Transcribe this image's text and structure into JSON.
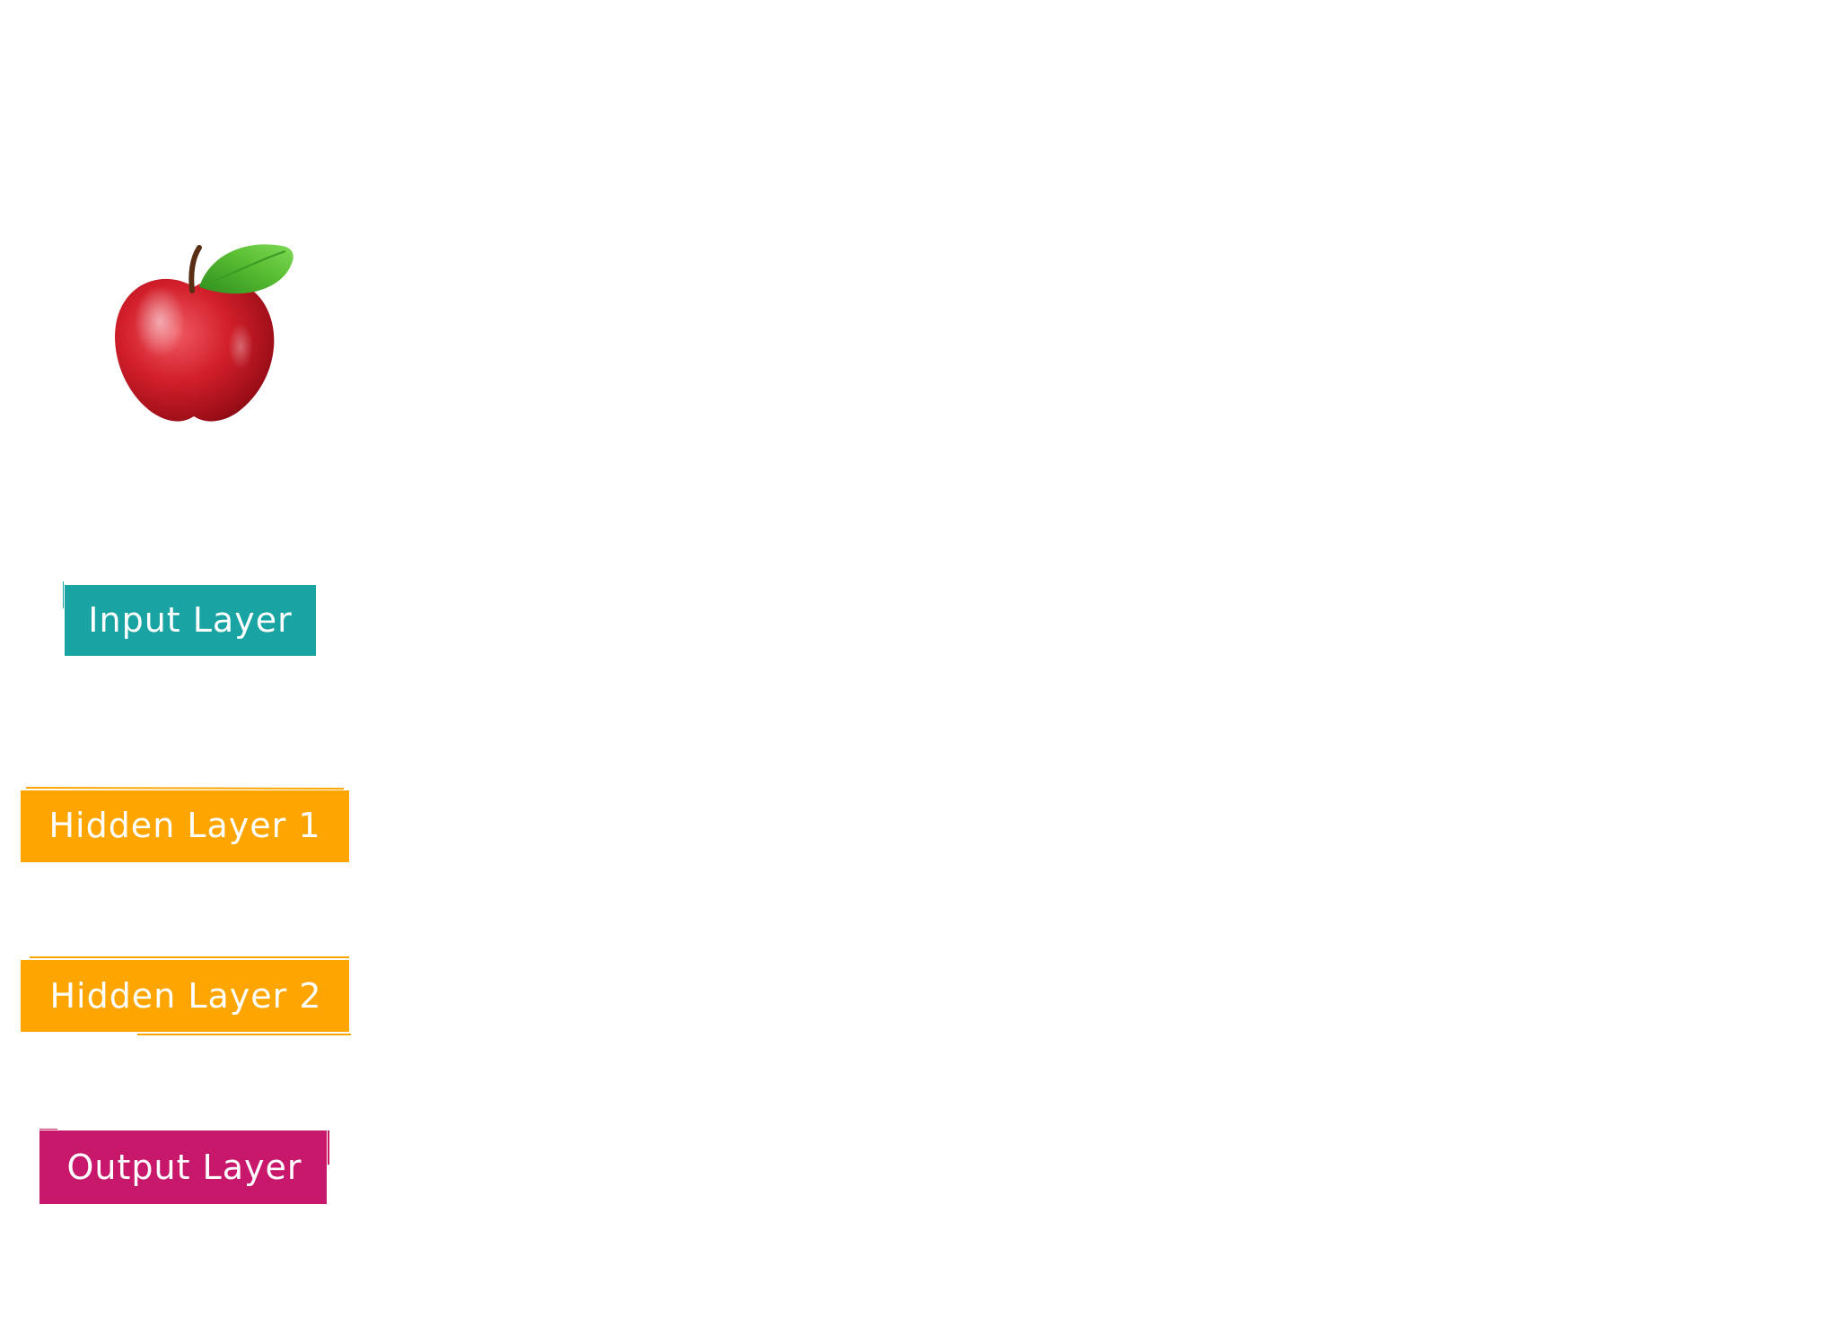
{
  "image": {
    "icon": "apple-icon"
  },
  "layers": [
    {
      "label": "Input Layer",
      "color": "#1aa3a3"
    },
    {
      "label": "Hidden Layer 1",
      "color": "#ffa500"
    },
    {
      "label": "Hidden Layer 2",
      "color": "#ffa500"
    },
    {
      "label": "Output Layer",
      "color": "#c8186b"
    }
  ]
}
